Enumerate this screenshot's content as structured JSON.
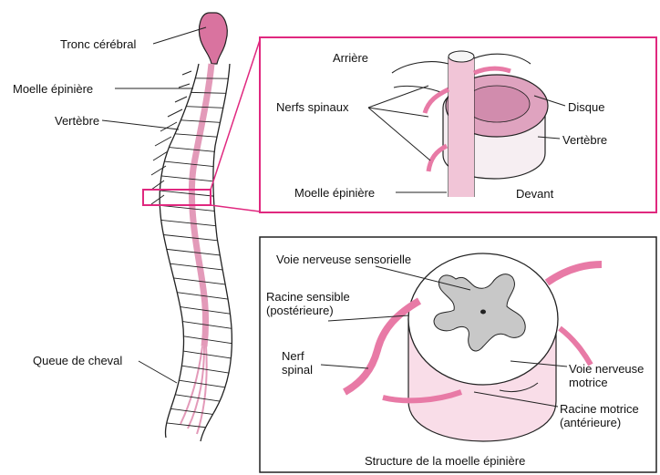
{
  "colors": {
    "accent": "#e0287f",
    "pink": "#e87aa6",
    "pink_light": "#f4c4d7",
    "pink_pale": "#f9dde8",
    "gray_matter": "#c8c8c8",
    "outline": "#222222"
  },
  "spine": {
    "labels": {
      "brainstem": "Tronc cérébral",
      "spinal_cord": "Moelle épinière",
      "vertebra": "Vertèbre",
      "cauda_equina": "Queue de cheval"
    }
  },
  "detail_top": {
    "labels": {
      "back": "Arrière",
      "spinal_nerves": "Nerfs spinaux",
      "disc": "Disque",
      "vertebra": "Vertèbre",
      "spinal_cord": "Moelle épinière",
      "front": "Devant"
    }
  },
  "detail_bottom": {
    "labels": {
      "sensory_pathway": "Voie nerveuse sensorielle",
      "sensory_root_1": "Racine sensible",
      "sensory_root_2": "(postérieure)",
      "spinal_nerve_1": "Nerf",
      "spinal_nerve_2": "spinal",
      "motor_pathway_1": "Voie nerveuse",
      "motor_pathway_2": "motrice",
      "motor_root_1": "Racine motrice",
      "motor_root_2": "(antérieure)",
      "caption": "Structure de la moelle épinière"
    }
  }
}
